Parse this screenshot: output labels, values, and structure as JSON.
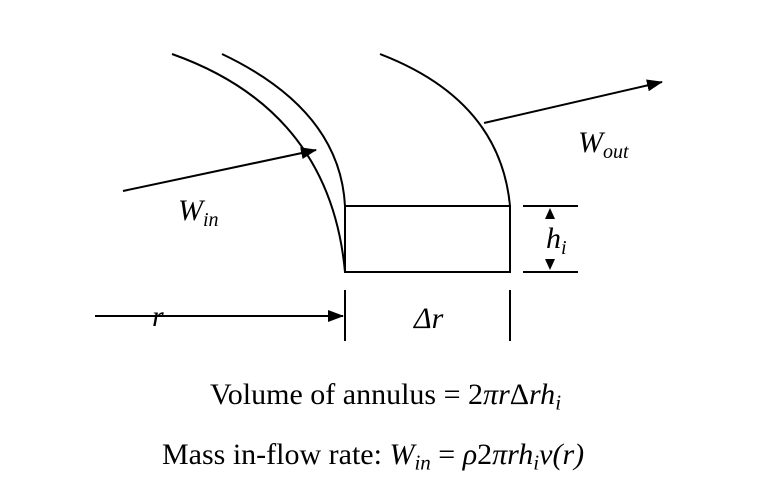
{
  "labels": {
    "w_in": "W",
    "w_in_sub": "in",
    "w_out": "W",
    "w_out_sub": "out",
    "h": "h",
    "h_sub": "i",
    "r": "r",
    "delta_r": "Δr"
  },
  "equations": {
    "volume": {
      "text": "Volume of annulus = 2",
      "pi": "π",
      "r1": "r",
      "delta": "Δ",
      "r2": "rh",
      "sub": "i"
    },
    "mass": {
      "text": "Mass in-flow rate: ",
      "w": "W",
      "w_sub": "in",
      "eq": " = ",
      "rho": "ρ",
      "two": "2",
      "pi": "π",
      "rh": "rh",
      "sub": "i",
      "v": "v",
      "paren": "(r)"
    }
  }
}
